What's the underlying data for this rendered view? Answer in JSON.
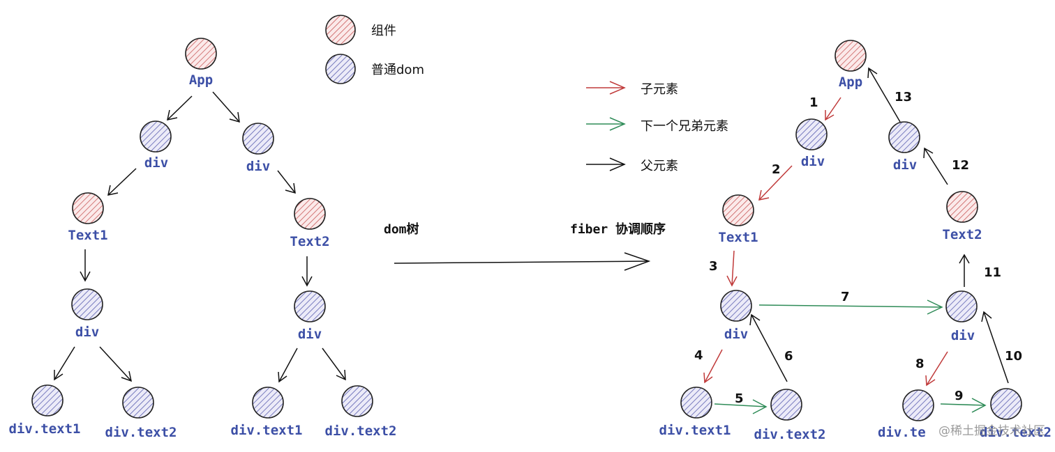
{
  "legend": {
    "component": "组件",
    "dom": "普通dom",
    "child": "子元素",
    "sibling": "下一个兄弟元素",
    "parent": "父元素"
  },
  "middle": {
    "dom_tree": "dom树",
    "fiber_order": "fiber 协调顺序"
  },
  "colors": {
    "component_fill": "#c95b5b",
    "dom_fill": "#5b5fb0",
    "label": "#3c4fa6",
    "child_arrow": "#c03a3a",
    "sibling_arrow": "#2e8b57",
    "parent_arrow": "#111111"
  },
  "left_tree": {
    "app": "App",
    "div_a": "div",
    "div_b": "div",
    "text1": "Text1",
    "text2": "Text2",
    "div_c": "div",
    "div_d": "div",
    "leaf1": "div.text1",
    "leaf2": "div.text2",
    "leaf3": "div.text1",
    "leaf4": "div.text2"
  },
  "right_tree": {
    "app": "App",
    "div_a": "div",
    "div_b": "div",
    "text1": "Text1",
    "text2": "Text2",
    "div_c": "div",
    "div_d": "div",
    "leaf1": "div.text1",
    "leaf2": "div.text2",
    "leaf3": "div.te",
    "leaf4": "div.text2"
  },
  "steps": [
    "1",
    "2",
    "3",
    "4",
    "5",
    "6",
    "7",
    "8",
    "9",
    "10",
    "11",
    "12",
    "13"
  ],
  "watermark": "@稀土掘金技术社区"
}
